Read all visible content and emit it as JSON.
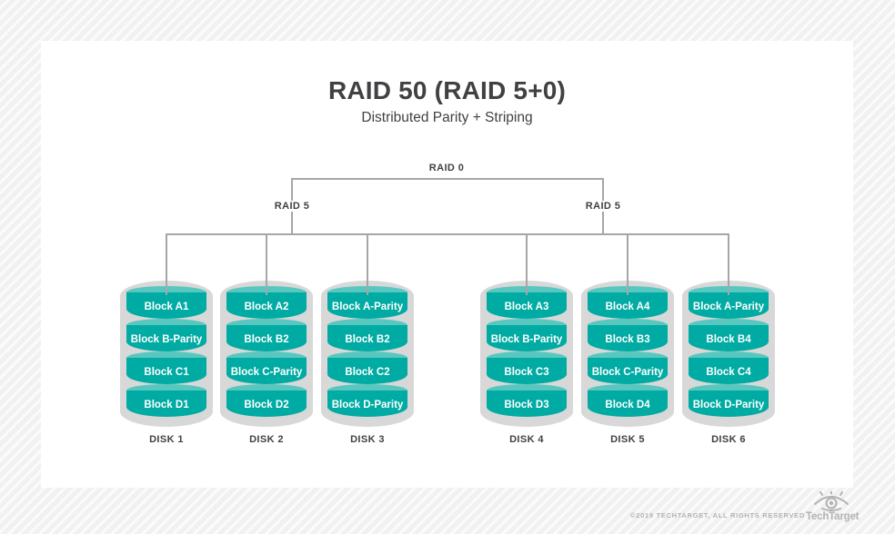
{
  "title": "RAID 50 (RAID 5+0)",
  "subtitle": "Distributed Parity + Striping",
  "tree": {
    "root_label": "RAID 0",
    "group_labels": [
      "RAID 5",
      "RAID 5"
    ]
  },
  "disks": [
    {
      "label": "DISK 1",
      "blocks": [
        "Block A1",
        "Block B-Parity",
        "Block C1",
        "Block D1"
      ]
    },
    {
      "label": "DISK 2",
      "blocks": [
        "Block A2",
        "Block B2",
        "Block C-Parity",
        "Block D2"
      ]
    },
    {
      "label": "DISK 3",
      "blocks": [
        "Block A-Parity",
        "Block B2",
        "Block C2",
        "Block D-Parity"
      ]
    },
    {
      "label": "DISK 4",
      "blocks": [
        "Block A3",
        "Block B-Parity",
        "Block C3",
        "Block D3"
      ]
    },
    {
      "label": "DISK 5",
      "blocks": [
        "Block A4",
        "Block B3",
        "Block C-Parity",
        "Block D4"
      ]
    },
    {
      "label": "DISK 6",
      "blocks": [
        "Block A-Parity",
        "Block B4",
        "Block C4",
        "Block D-Parity"
      ]
    }
  ],
  "footer": {
    "copyright": "©2019 TECHTARGET, ALL RIGHTS RESERVED",
    "brand": "TechTarget"
  },
  "colors": {
    "block_body": "#00aba3",
    "block_top": "#58c7c0",
    "disk_shell": "#d8d8d8",
    "connector": "#a6a6a6",
    "text_dark": "#414042",
    "footer_text": "#b3b3b3",
    "card_bg": "#ffffff"
  }
}
